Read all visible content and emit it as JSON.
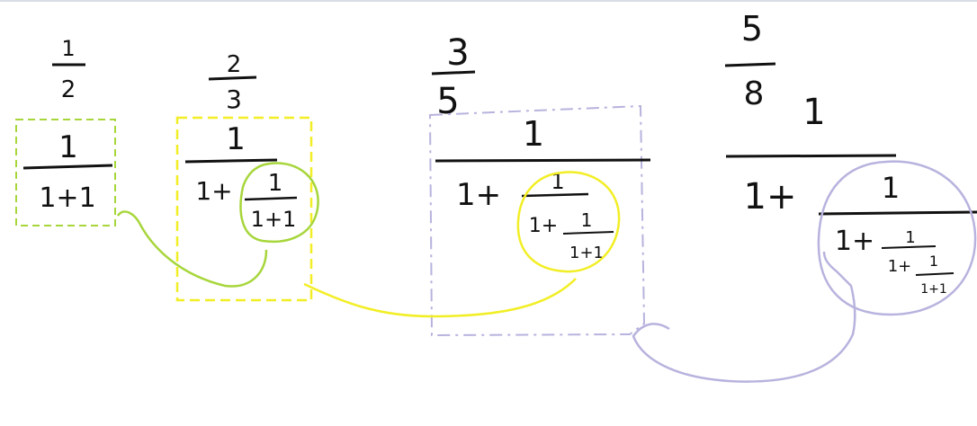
{
  "fractions": [
    {
      "num": "1",
      "den": "2"
    },
    {
      "num": "2",
      "den": "3"
    },
    {
      "num": "3",
      "den": "5"
    },
    {
      "num": "5",
      "den": "8"
    }
  ],
  "expr": {
    "one": "1",
    "one_plus": "1+",
    "one_plus_one": "1+1"
  },
  "colors": {
    "green": "#a7d63b",
    "yellow": "#f2ee25",
    "lavender": "#b7b3de",
    "ink": "#111111"
  }
}
